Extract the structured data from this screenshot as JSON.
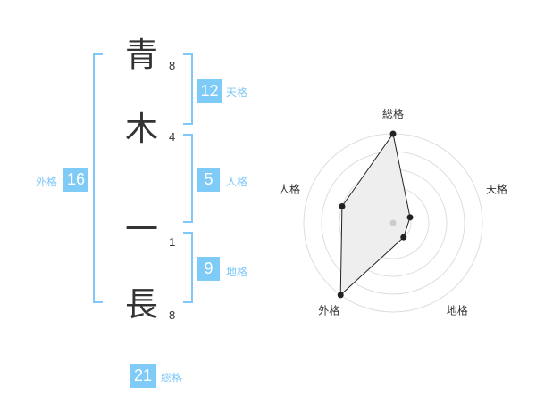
{
  "name": {
    "chars": [
      {
        "char": "青",
        "strokes": "8"
      },
      {
        "char": "木",
        "strokes": "4"
      },
      {
        "char": "一",
        "strokes": "1"
      },
      {
        "char": "長",
        "strokes": "8"
      }
    ]
  },
  "fortunes": {
    "tenkaku": {
      "value": "12",
      "label": "天格"
    },
    "jinkaku": {
      "value": "5",
      "label": "人格"
    },
    "chikaku": {
      "value": "9",
      "label": "地格"
    },
    "gaikaku": {
      "value": "16",
      "label": "外格"
    },
    "soukaku": {
      "value": "21",
      "label": "総格"
    }
  },
  "colors": {
    "accent": "#7fcbf7",
    "bracket": "#7fc8f8",
    "text": "#333333",
    "radar_fill": "#eeeeee",
    "radar_grid": "#dddddd"
  },
  "chart_data": {
    "type": "radar",
    "axes": [
      "総格",
      "天格",
      "地格",
      "外格",
      "人格"
    ],
    "values": [
      5,
      1,
      1,
      5,
      3
    ],
    "max": 5,
    "rings": 5
  }
}
